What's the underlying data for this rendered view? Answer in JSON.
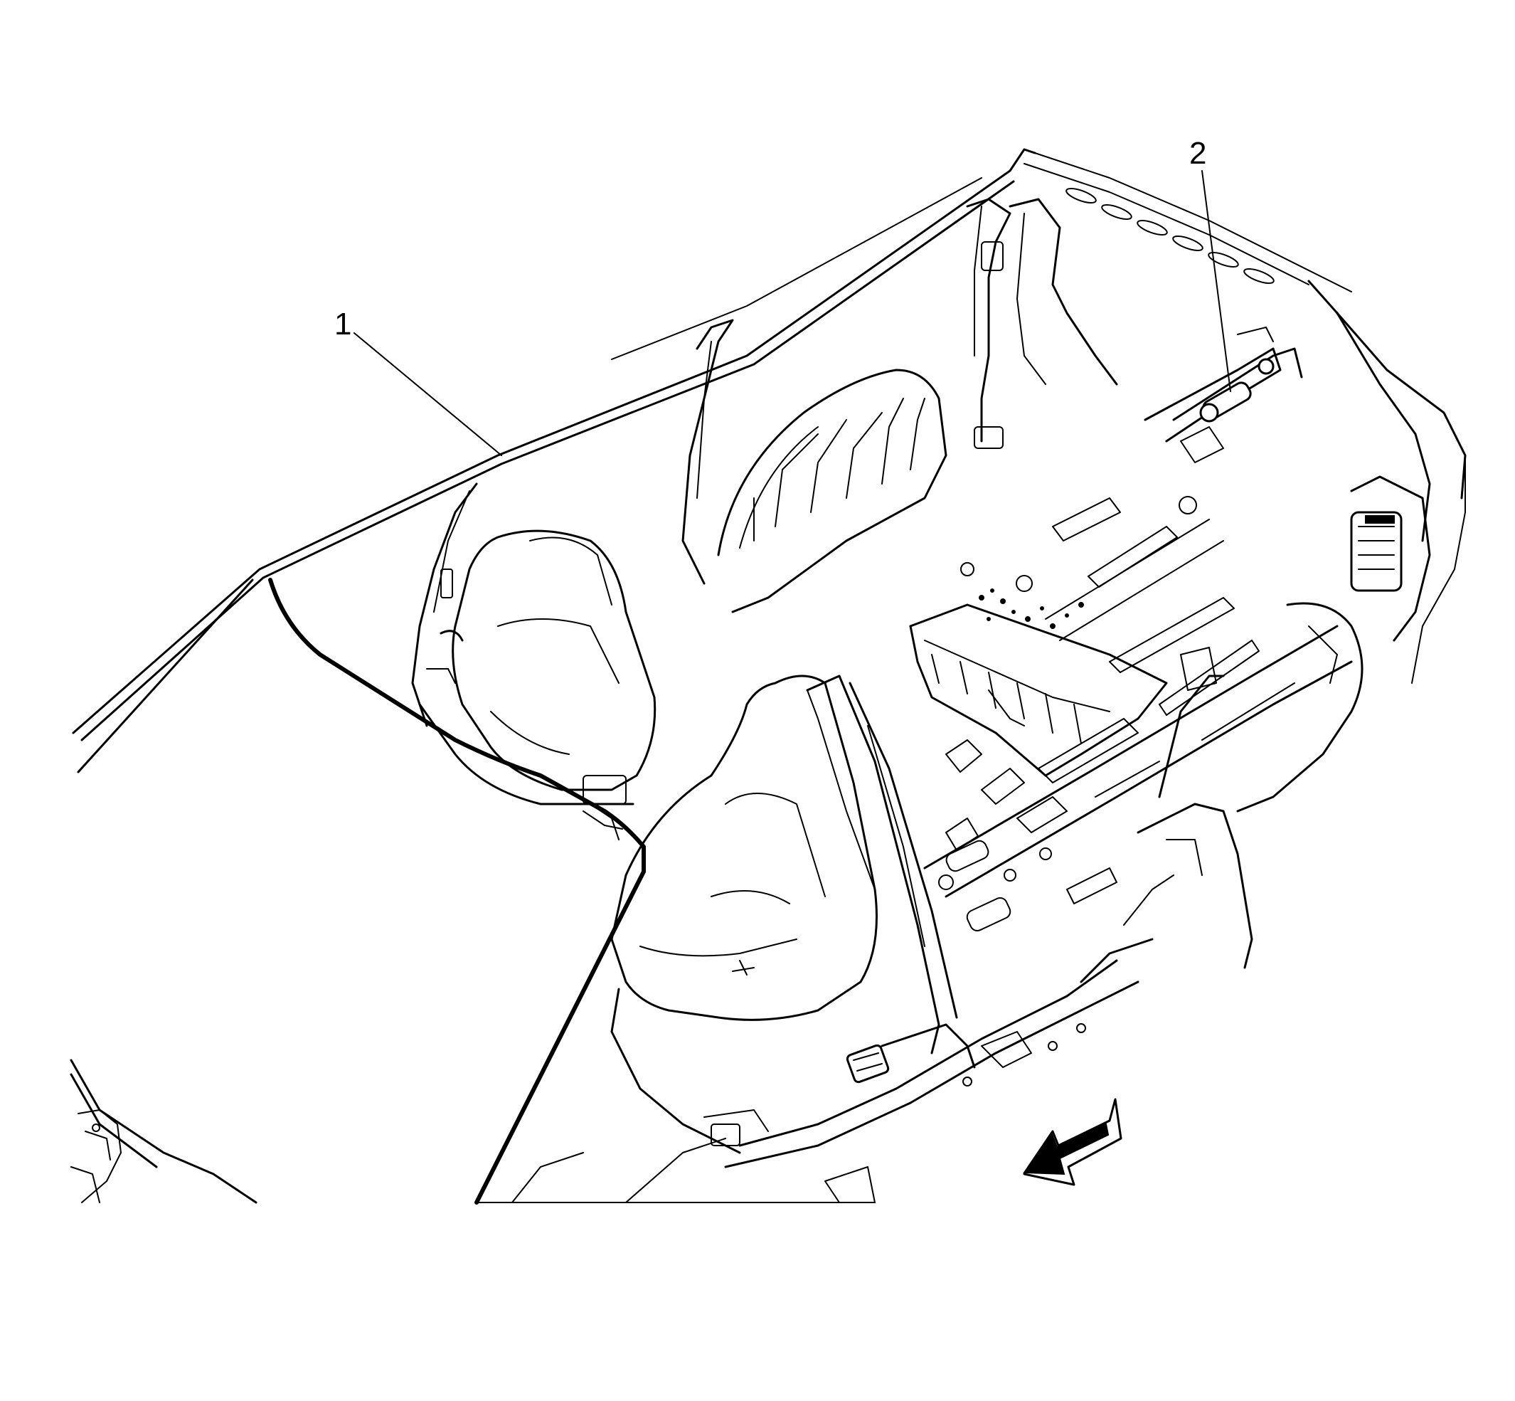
{
  "diagram": {
    "callouts": [
      {
        "id": "callout-1",
        "label": "1"
      },
      {
        "id": "callout-2",
        "label": "2"
      }
    ],
    "direction_arrow": "front-direction-arrow",
    "colors": {
      "line": "#000000",
      "background": "#ffffff"
    }
  }
}
